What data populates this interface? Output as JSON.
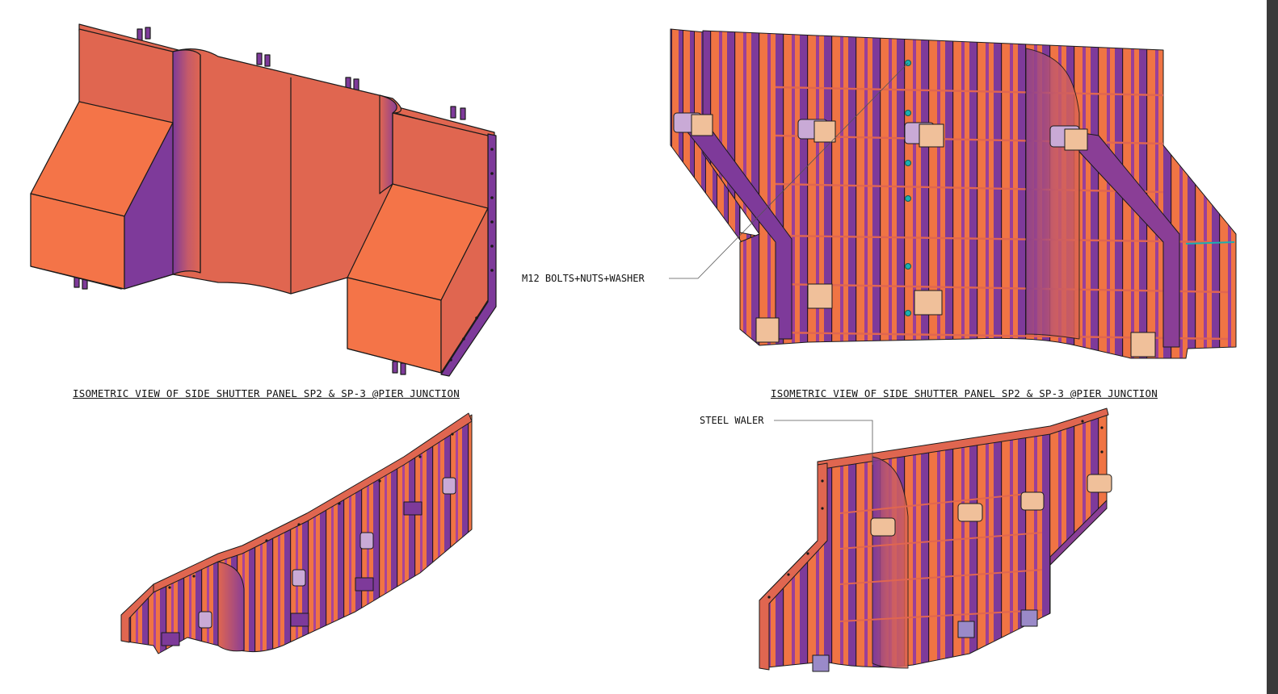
{
  "captions": {
    "top_left": "ISOMETRIC VIEW OF SIDE SHUTTER PANEL SP2 & SP-3 @PIER JUNCTION",
    "top_right": "ISOMETRIC VIEW OF SIDE SHUTTER PANEL SP2 & SP-3 @PIER JUNCTION"
  },
  "callouts": {
    "bolts": "M12 BOLTS+NUTS+WASHER",
    "waler": "STEEL WALER"
  },
  "colors": {
    "face": "#e06650",
    "face_light": "#f47448",
    "rib": "#7e3a9a",
    "rib_dark": "#5c2a7a",
    "plate": "#f0c09a",
    "bolt": "#1ab0b0",
    "outline": "#1a1a1a"
  }
}
